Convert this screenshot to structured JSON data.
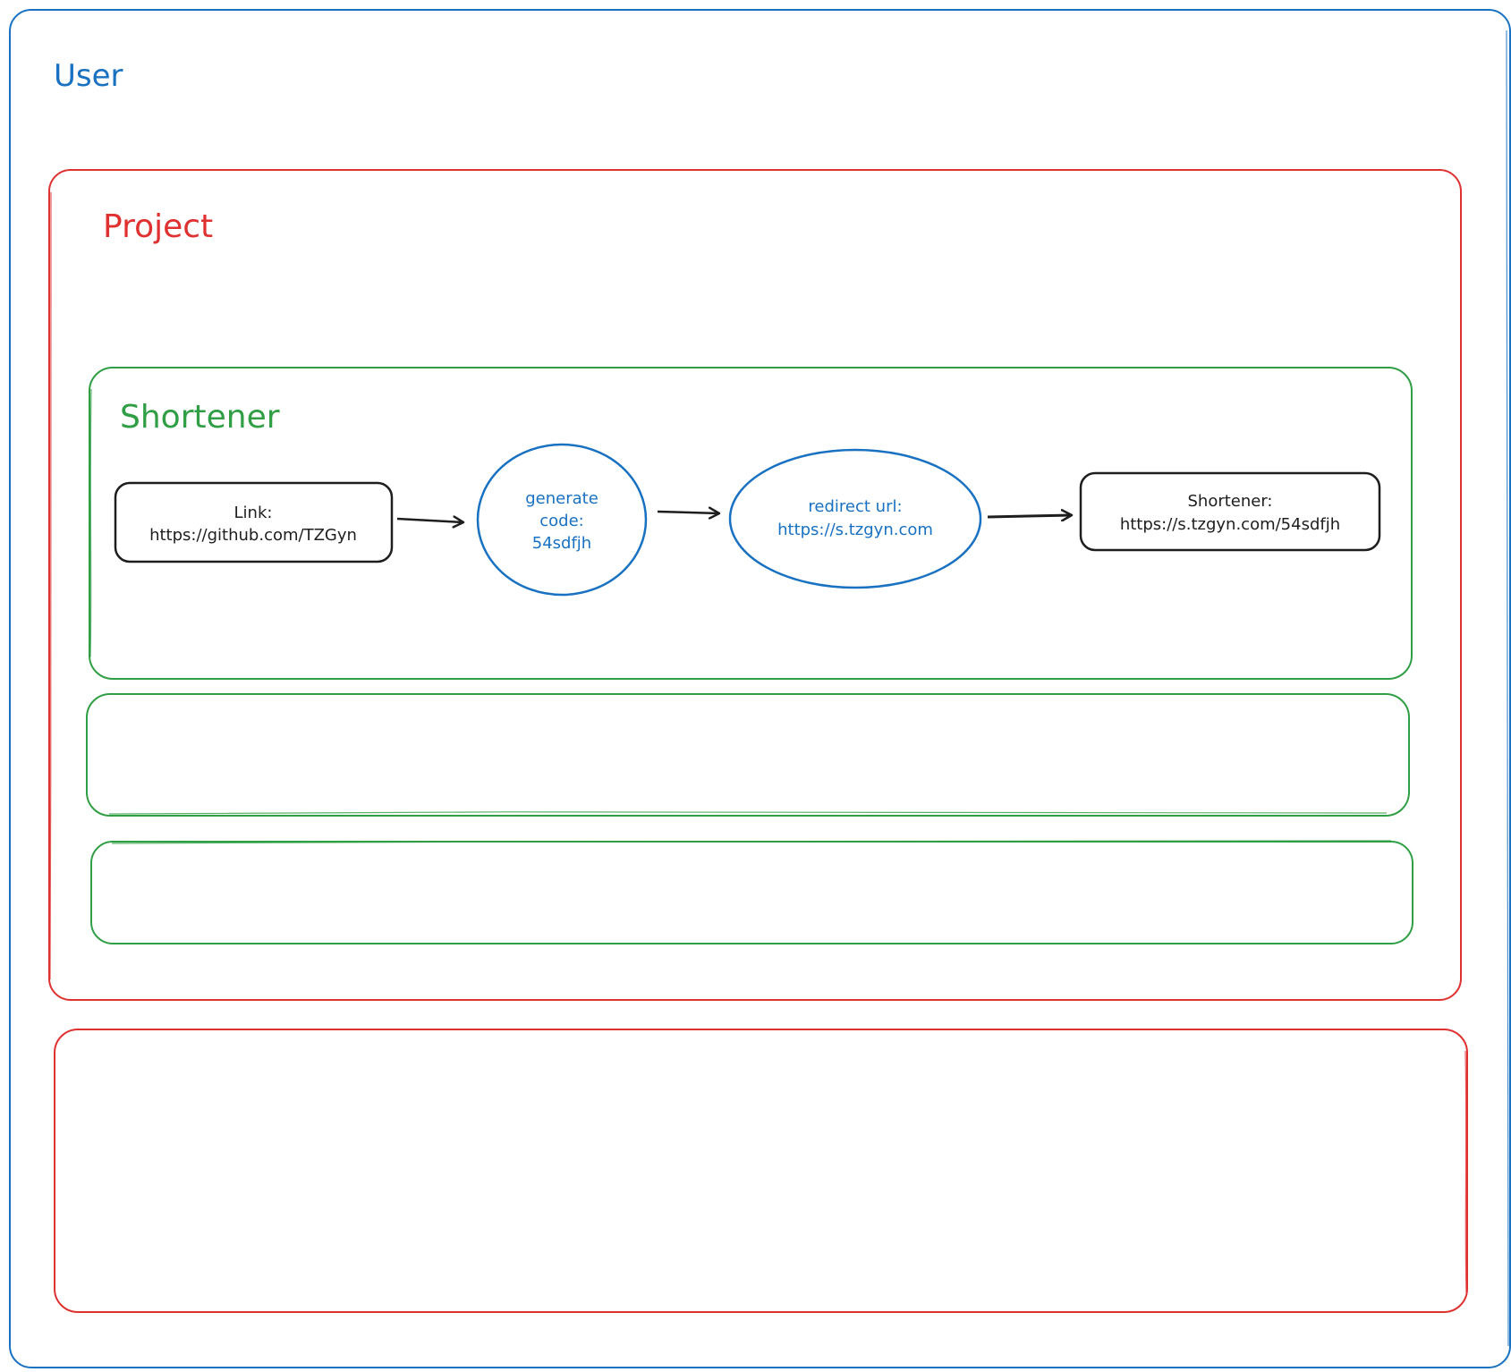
{
  "colors": {
    "user": "#1971c2",
    "project": "#e03131",
    "shortener": "#2f9e44",
    "node_dark": "#1e1e1e",
    "node_blue": "#1971c2",
    "background": "#ffffff"
  },
  "frames": {
    "user": {
      "label": "User"
    },
    "project": {
      "label": "Project"
    },
    "shortener": {
      "label": "Shortener"
    }
  },
  "nodes": {
    "link": {
      "line1": "Link:",
      "line2": "https://github.com/TZGyn"
    },
    "generate": {
      "line1": "generate",
      "line2": "code:",
      "line3": "54sdfjh"
    },
    "redirect": {
      "line1": "redirect url:",
      "line2": "https://s.tzgyn.com"
    },
    "result": {
      "line1": "Shortener:",
      "line2": "https://s.tzgyn.com/54sdfjh"
    }
  }
}
